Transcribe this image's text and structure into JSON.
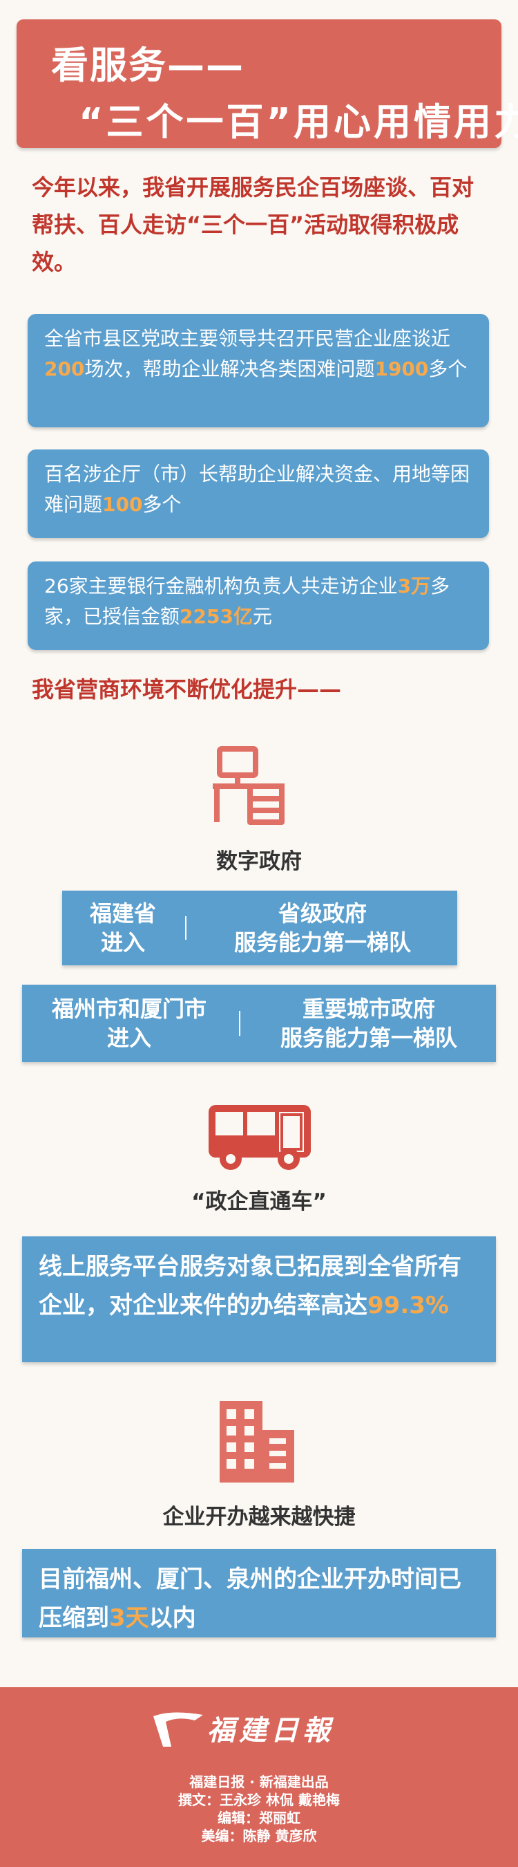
{
  "header": {
    "line1": "看服务——",
    "line2": "“三个一百”用心用情用力"
  },
  "intro": "今年以来，我省开展服务民企百场座谈、百对帮扶、百人走访“三个一百”活动取得积极成效。",
  "stats": [
    {
      "pre": "全省市县区党政主要领导共召开民营企业座谈近",
      "n1": "200",
      "mid": "场次，帮助企业解决各类困难问题",
      "n2": "1900",
      "post": "多个"
    },
    {
      "pre": "百名涉企厅（市）长帮助企业解决资金、用地等困难问题",
      "n1": "100",
      "post": "多个"
    },
    {
      "pre": "26家主要银行金融机构负责人共走访企业",
      "n1": "3万",
      "mid": "多家，已授信金额",
      "n2": "2253亿",
      "post": "元"
    }
  ],
  "section2_title": "我省营商环境不断优化提升——",
  "digital_gov": {
    "caption": "数字政府",
    "row1": {
      "left_l1": "福建省",
      "left_l2": "进入",
      "right_l1": "省级政府",
      "right_l2": "服务能力第一梯队"
    },
    "row2": {
      "left_l1": "福州市和厦门市",
      "left_l2": "进入",
      "right_l1": "重要城市政府",
      "right_l2": "服务能力第一梯队"
    }
  },
  "bus": {
    "caption": "“政企直通车”",
    "text": "线上服务平台服务对象已拓展到全省所有企业，对企业来件的办结率高达",
    "value": "99.3%"
  },
  "startup": {
    "caption": "企业开办越来越快捷",
    "text_pre": "目前福州、厦门、泉州的企业开办时间已压缩到",
    "value": "3天",
    "text_post": "以内"
  },
  "footer": {
    "logo_text": "福建日報",
    "line1": "福建日报 · 新福建出品",
    "line2": "撰文：王永珍    林侃    戴艳梅",
    "line3": "编辑：郑丽虹",
    "line4": "美编：陈静    黄彦欣"
  },
  "colors": {
    "red": "#d9665b",
    "blue": "#5b9fce",
    "highlight": "#f7a94c",
    "bg": "#fbf8f3"
  },
  "icons": [
    "desk-icon",
    "bus-icon",
    "building-icon",
    "newspaper-logo-icon"
  ]
}
